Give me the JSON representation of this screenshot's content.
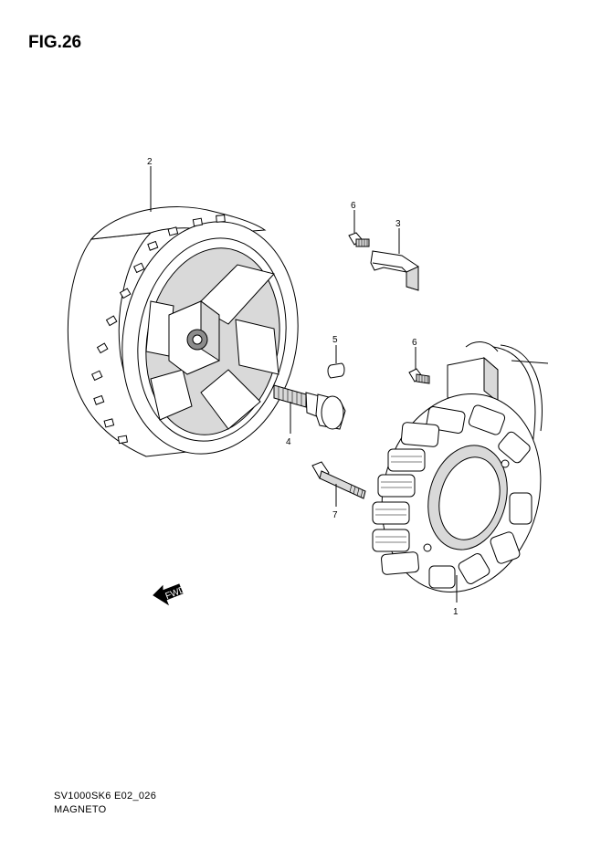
{
  "figure": {
    "title": "FIG.26"
  },
  "footer": {
    "code": "SV1000SK6 E02_026",
    "caption": "MAGNETO"
  },
  "callouts": {
    "c1": "1",
    "c2": "2",
    "c3": "3",
    "c4": "4",
    "c5": "5",
    "c6a": "6",
    "c6b": "6",
    "c7": "7"
  },
  "fwd_label": "FWD"
}
